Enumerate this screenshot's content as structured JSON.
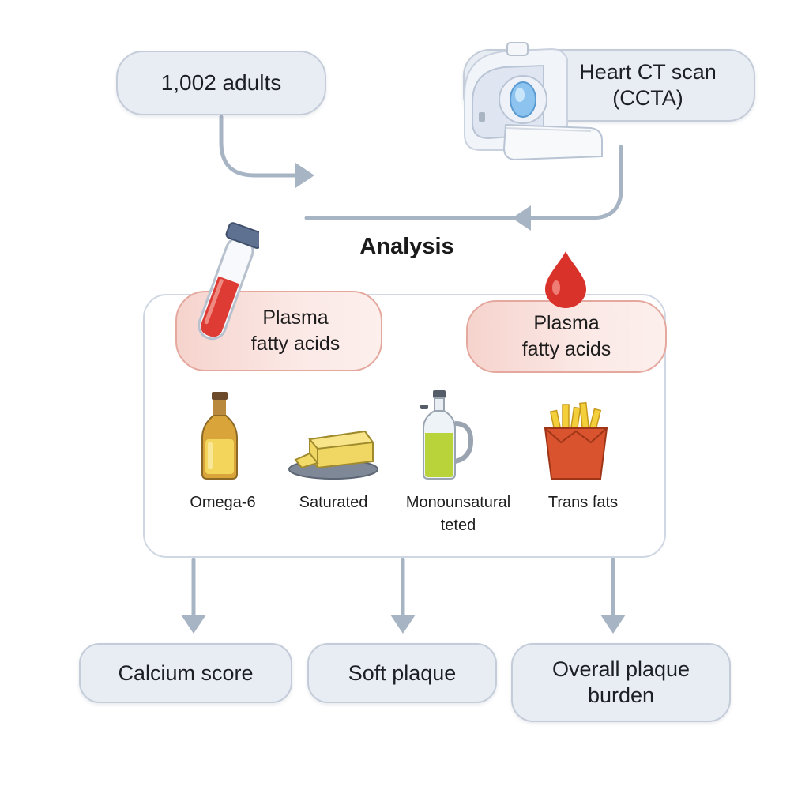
{
  "nodes": {
    "cohort": "1,002 adults",
    "ct_scan": "Heart CT scan\n(CCTA)",
    "analysis": "Analysis",
    "plasma_left": "Plasma\nfatty acids",
    "plasma_right": "Plasma\nfatty acids"
  },
  "fatty_acids": [
    {
      "label": "Omega-6",
      "icon": "oil-bottle-icon"
    },
    {
      "label": "Saturated",
      "icon": "butter-icon"
    },
    {
      "label": "Monounsatural\nteted",
      "icon": "olive-oil-bottle-icon"
    },
    {
      "label": "Trans fats",
      "icon": "fries-icon"
    }
  ],
  "outcomes": [
    {
      "label": "Calcium score"
    },
    {
      "label": "Soft plaque"
    },
    {
      "label": "Overall plaque\nburden"
    }
  ],
  "icons": {
    "scanner": "ct-scanner-icon",
    "tube": "blood-test-tube-icon",
    "drop": "blood-drop-icon"
  },
  "colors": {
    "node_fill": "#e8edf4",
    "node_border": "#c3ccd8",
    "connector": "#a7b4c4",
    "plasma_fill": "#f6d3cd",
    "plasma_border": "#e4a89e",
    "blood": "#d8352c"
  }
}
